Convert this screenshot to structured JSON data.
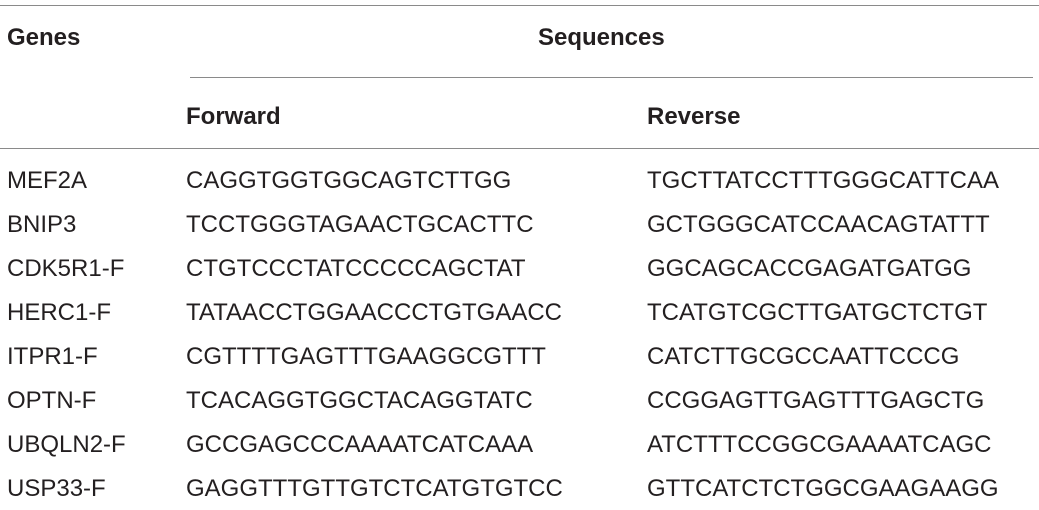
{
  "table": {
    "header": {
      "genes_label": "Genes",
      "sequences_label": "Sequences",
      "forward_label": "Forward",
      "reverse_label": "Reverse"
    },
    "rows": [
      {
        "gene": "MEF2A",
        "forward": "CAGGTGGTGGCAGTCTTGG",
        "reverse": "TGCTTATCCTTTGGGCATTCAA"
      },
      {
        "gene": "BNIP3",
        "forward": "TCCTGGGTAGAACTGCACTTC",
        "reverse": "GCTGGGCATCCAACAGTATTT"
      },
      {
        "gene": "CDK5R1-F",
        "forward": "CTGTCCCTATCCCCCAGCTAT",
        "reverse": "GGCAGCACCGAGATGATGG"
      },
      {
        "gene": "HERC1-F",
        "forward": "TATAACCTGGAACCCTGTGAACC",
        "reverse": "TCATGTCGCTTGATGCTCTGT"
      },
      {
        "gene": "ITPR1-F",
        "forward": "CGTTTTGAGTTTGAAGGCGTTT",
        "reverse": "CATCTTGCGCCAATTCCCG"
      },
      {
        "gene": "OPTN-F",
        "forward": "TCACAGGTGGCTACAGGTATC",
        "reverse": "CCGGAGTTGAGTTTGAGCTG"
      },
      {
        "gene": "UBQLN2-F",
        "forward": "GCCGAGCCCAAAATCATCAAA",
        "reverse": "ATCTTTCCGGCGAAAATCAGC"
      },
      {
        "gene": "USP33-F",
        "forward": "GAGGTTTGTTGTCTCATGTGTCC",
        "reverse": "GTTCATCTCTGGCGAAGAAGG"
      }
    ]
  }
}
